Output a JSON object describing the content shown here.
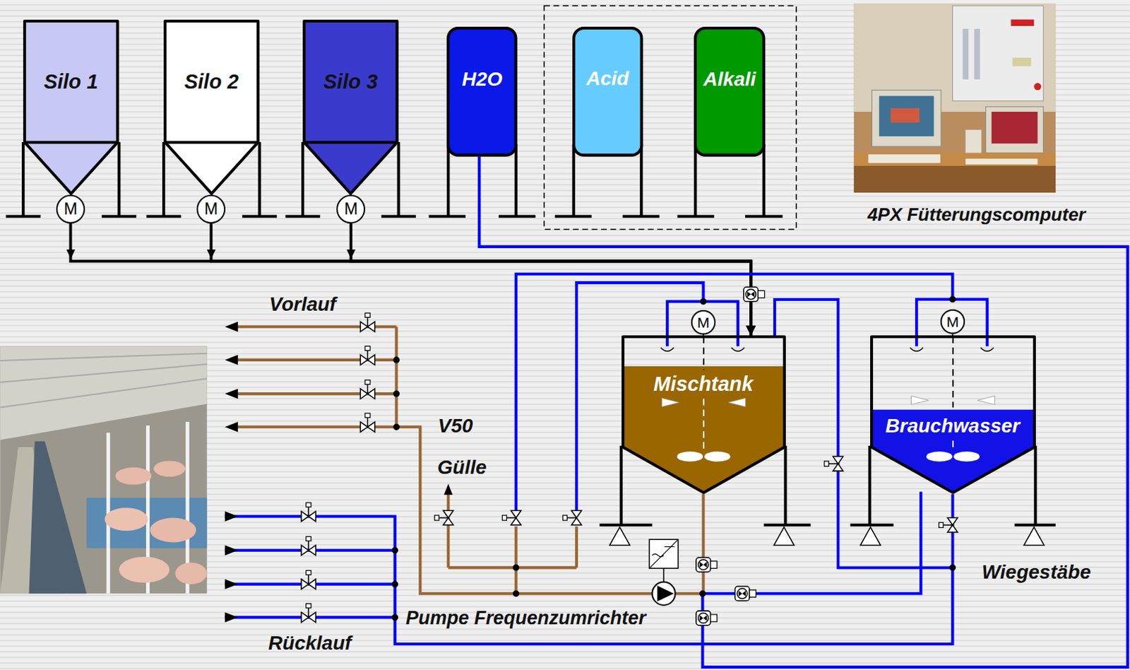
{
  "diagram": {
    "nodes": [
      {
        "text": [
          "Silo 1"
        ]
      },
      {
        "text": [
          "Silo 2"
        ]
      },
      {
        "text": [
          "Silo 3"
        ]
      },
      {
        "text": [
          "H2O"
        ]
      },
      {
        "text": [
          "Acid"
        ]
      },
      {
        "text": [
          "Alkali"
        ]
      },
      {
        "text": [
          "M"
        ]
      },
      {
        "text": [
          "M"
        ]
      },
      {
        "text": [
          "M"
        ]
      },
      {
        "text": [
          "M"
        ]
      },
      {
        "text": [
          "M"
        ]
      },
      {
        "text": [
          "Mischtank"
        ]
      },
      {
        "text": [
          "Brauchwasser"
        ]
      }
    ],
    "edges": [
      {
        "from": 6,
        "to": 11,
        "arrow": "to"
      },
      {
        "from": 7,
        "to": 11,
        "arrow": "to"
      },
      {
        "from": 8,
        "to": 11,
        "arrow": "to"
      },
      {
        "from": 9,
        "to": 11,
        "arrow": "none"
      },
      {
        "from": 10,
        "to": 12,
        "arrow": "none"
      },
      {
        "from": 12,
        "to": 11,
        "arrow": "none"
      }
    ],
    "labels": [
      "4PX Fütterungscomputer",
      "Vorlauf",
      "V50",
      "Gülle",
      "Pumpe Frequenzumrichter",
      "Rücklauf",
      "Wiegestäbe"
    ]
  }
}
